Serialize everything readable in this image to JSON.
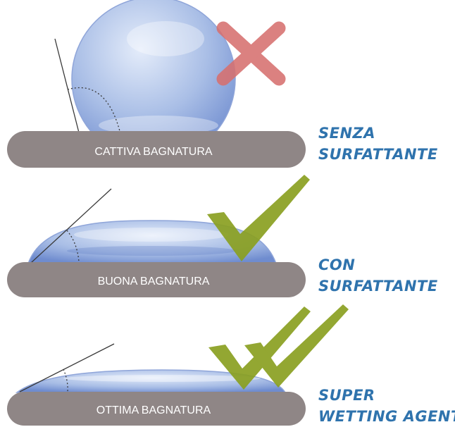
{
  "colors": {
    "plate": "#8f8686",
    "plate_text": "#ffffff",
    "label_text": "#2f73ad",
    "cross": "#d7706f",
    "check": "#8aa021",
    "angle_line": "#3a3a3a",
    "drop_light": "#e4ecfa",
    "drop_mid": "#a9bee6",
    "drop_dark": "#6f8ccf"
  },
  "rows": [
    {
      "plate_label": "CATTIVA BAGNATURA",
      "side_label": [
        "SENZA",
        "SURFATTANTE"
      ],
      "mark": "cross-icon"
    },
    {
      "plate_label": "BUONA BAGNATURA",
      "side_label": [
        "CON",
        "SURFATTANTE"
      ],
      "mark": "check-icon"
    },
    {
      "plate_label": "OTTIMA BAGNATURA",
      "side_label": [
        "SUPER",
        "WETTING AGENT"
      ],
      "mark": "double-check-icon"
    }
  ]
}
